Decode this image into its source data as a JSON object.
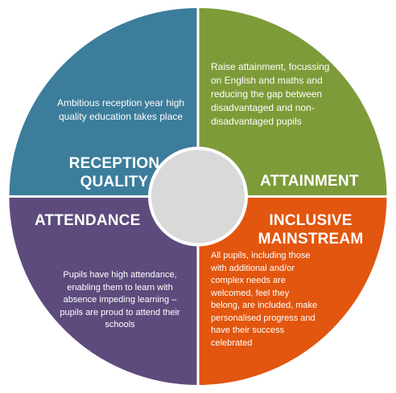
{
  "segments": {
    "reception_quality": {
      "title_line1": "RECEPTION",
      "title_line2": "QUALITY",
      "description": "Ambitious reception year high quality education takes place",
      "color": "#3c7d9b"
    },
    "attainment": {
      "title": "ATTAINMENT",
      "description": "Raise attainment, focussing on English and maths and reducing the gap between disadvantaged and non-disadvantaged pupils",
      "color": "#7e9b39"
    },
    "attendance": {
      "title": "ATTENDANCE",
      "description": "Pupils have high attendance, enabling them to learn with absence impeding learning – pupils are proud to attend their schools",
      "color": "#5d4b7d"
    },
    "inclusive_mainstream": {
      "title_line1": "INCLUSIVE",
      "title_line2": "MAINSTREAM",
      "description": "All pupils, including those with additional and/or complex needs are welcomed, feel they belong, are included, make personalised progress and have their success celebrated",
      "color": "#e2560f"
    }
  },
  "hub_color": "#d9d9d9"
}
